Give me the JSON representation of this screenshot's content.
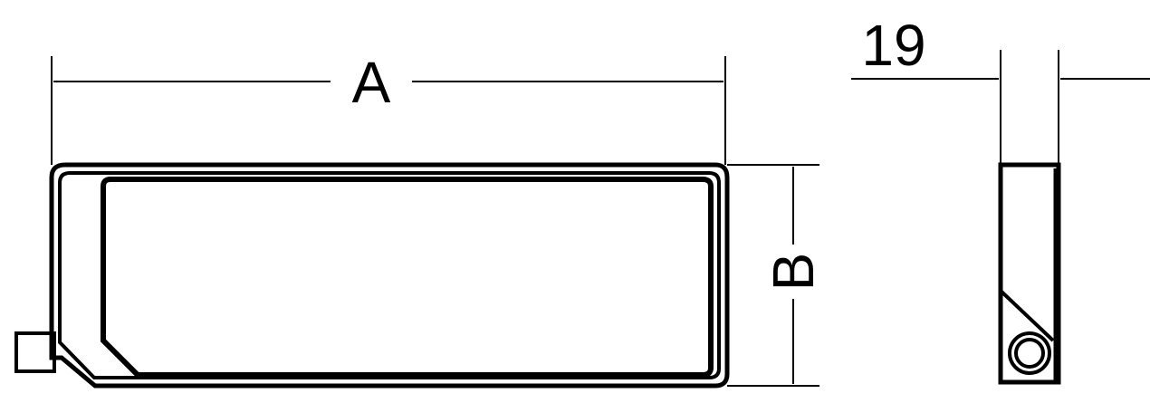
{
  "dimensions": {
    "width_label": "A",
    "height_label": "B",
    "depth_label": "19"
  },
  "colors": {
    "line": "#000000",
    "background": "#ffffff"
  }
}
